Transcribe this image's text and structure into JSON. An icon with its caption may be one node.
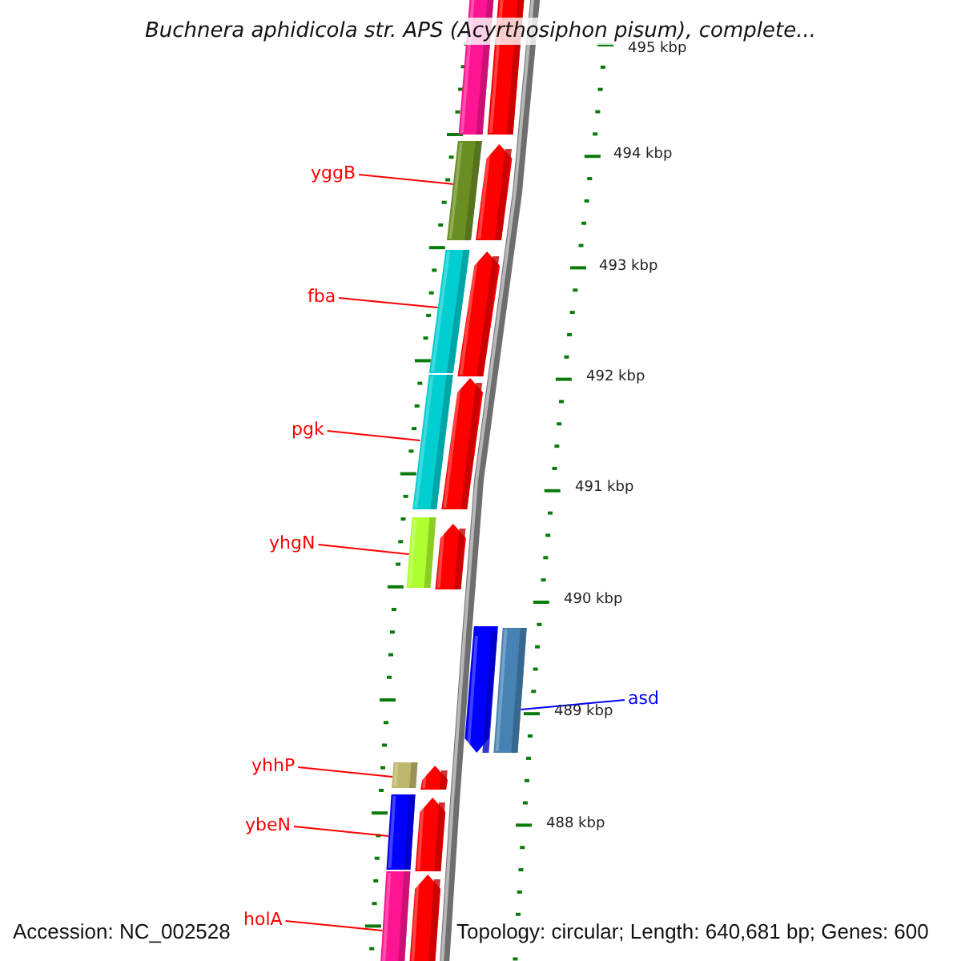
{
  "diagram": {
    "title": "Buchnera aphidicola str. APS (Acyrthosiphon pisum), complete...",
    "nodes": [
      {
        "text": [
          "yggB"
        ]
      },
      {
        "text": [
          "fba"
        ]
      },
      {
        "text": [
          "pgk"
        ]
      },
      {
        "text": [
          "yhgN"
        ]
      },
      {
        "text": [
          "asd"
        ]
      },
      {
        "text": [
          "yhhP"
        ]
      },
      {
        "text": [
          "ybeN"
        ]
      },
      {
        "text": [
          "holA"
        ]
      },
      {
        "text": [],
        "shape": "bar"
      },
      {
        "text": [],
        "shape": "bar"
      },
      {
        "text": [],
        "shape": "bar"
      },
      {
        "text": [],
        "shape": "bar"
      },
      {
        "text": [],
        "shape": "bar"
      },
      {
        "text": [],
        "shape": "bar"
      },
      {
        "text": [],
        "shape": "bar"
      },
      {
        "text": [],
        "shape": "bar"
      }
    ],
    "edges": [
      {
        "from": 0,
        "to": 8,
        "arrow": "none"
      },
      {
        "from": 1,
        "to": 9,
        "arrow": "none"
      },
      {
        "from": 2,
        "to": 10,
        "arrow": "none"
      },
      {
        "from": 3,
        "to": 11,
        "arrow": "none"
      },
      {
        "from": 4,
        "to": 12,
        "arrow": "none",
        "color": "#0000ff"
      },
      {
        "from": 5,
        "to": 13,
        "arrow": "none"
      },
      {
        "from": 6,
        "to": 14,
        "arrow": "none"
      },
      {
        "from": 7,
        "to": 15,
        "arrow": "none"
      }
    ],
    "labels": [
      "495 kbp",
      "494 kbp",
      "493 kbp",
      "492 kbp",
      "491 kbp",
      "490 kbp",
      "489 kbp",
      "488 kbp",
      "Accession: NC_002528",
      "Topology: circular; Length: 640,681 bp; Genes: 600"
    ]
  }
}
